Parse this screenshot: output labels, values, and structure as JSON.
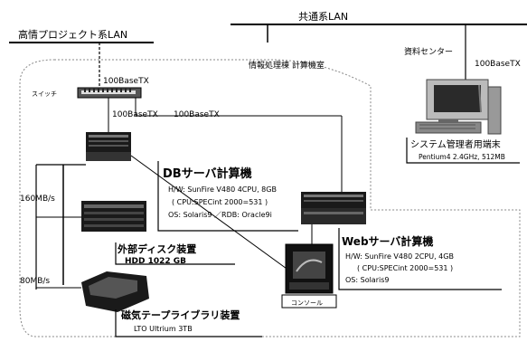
{
  "lans": {
    "kyotsu": "共通系LAN",
    "koujou": "高情プロジェクト系LAN"
  },
  "room_label": "情報処理棟 計算機室",
  "links": {
    "uplink": "100BaseTX",
    "to_db": "100BaseTX",
    "to_web": "100BaseTX",
    "to_terminal": "100BaseTX",
    "disk_speed": "160MB/s",
    "tape_speed": "80MB/s"
  },
  "switch_label": "スイッチ",
  "resource_center": "資料センター",
  "terminal": {
    "title": "システム管理者用端末",
    "spec": "Pentium4  2.4GHz, 512MB"
  },
  "db_server": {
    "title": "DBサーバ計算機",
    "hw": "H/W:  SunFire V480 4CPU,  8GB",
    "cpu": "( CPU:SPECint 2000=531 )",
    "os": "OS:  Solaris9 ／RDB: Oracle9i"
  },
  "disk": {
    "title": "外部ディスク装置",
    "spec": "HDD 1022 GB"
  },
  "tape": {
    "title": "磁気テープライブラリ装置",
    "spec": "LTO  Ultrium   3TB"
  },
  "web_server": {
    "title": "Webサーバ計算機",
    "hw": "H/W:  SunFire V480 2CPU, 4GB",
    "cpu": "( CPU:SPECint 2000=531 )",
    "os": "OS:  Solaris9"
  },
  "console": "コンソール"
}
